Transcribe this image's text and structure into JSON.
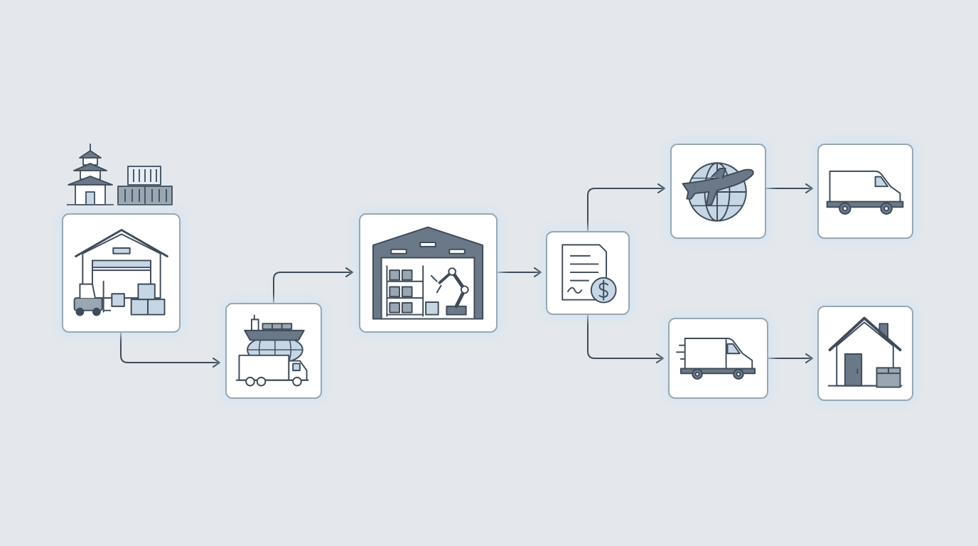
{
  "diagram": {
    "type": "supply-chain-flow",
    "colors": {
      "background": "#e4e8ec",
      "stroke": "#3e4b59",
      "fill_dark": "#6b7888",
      "fill_light": "#c6d6e5",
      "node_border": "#9aa7b2",
      "node_glow": "#d2e4f2"
    },
    "nodes": [
      {
        "id": "origin-factory",
        "icons": [
          "pagoda-icon",
          "shipping-container-icon",
          "warehouse-icon",
          "forklift-icon",
          "boxes-icon"
        ]
      },
      {
        "id": "international-freight",
        "icons": [
          "cargo-ship-icon",
          "globe-icon",
          "truck-icon"
        ]
      },
      {
        "id": "fulfillment-center",
        "icons": [
          "warehouse-icon",
          "shelving-icon",
          "robotic-arm-icon"
        ]
      },
      {
        "id": "customs-invoice",
        "icons": [
          "document-icon",
          "dollar-coin-icon"
        ]
      },
      {
        "id": "air-freight",
        "icons": [
          "globe-icon",
          "airplane-icon"
        ]
      },
      {
        "id": "air-delivery-van",
        "icons": [
          "delivery-van-icon"
        ]
      },
      {
        "id": "ground-delivery-van",
        "icons": [
          "fast-delivery-van-icon"
        ]
      },
      {
        "id": "home-delivery",
        "icons": [
          "house-icon",
          "package-icon"
        ]
      }
    ],
    "edges": [
      {
        "from": "origin-factory",
        "to": "international-freight"
      },
      {
        "from": "international-freight",
        "to": "fulfillment-center"
      },
      {
        "from": "fulfillment-center",
        "to": "customs-invoice"
      },
      {
        "from": "customs-invoice",
        "to": "air-freight"
      },
      {
        "from": "customs-invoice",
        "to": "ground-delivery-van"
      },
      {
        "from": "air-freight",
        "to": "air-delivery-van"
      },
      {
        "from": "ground-delivery-van",
        "to": "home-delivery"
      }
    ]
  }
}
